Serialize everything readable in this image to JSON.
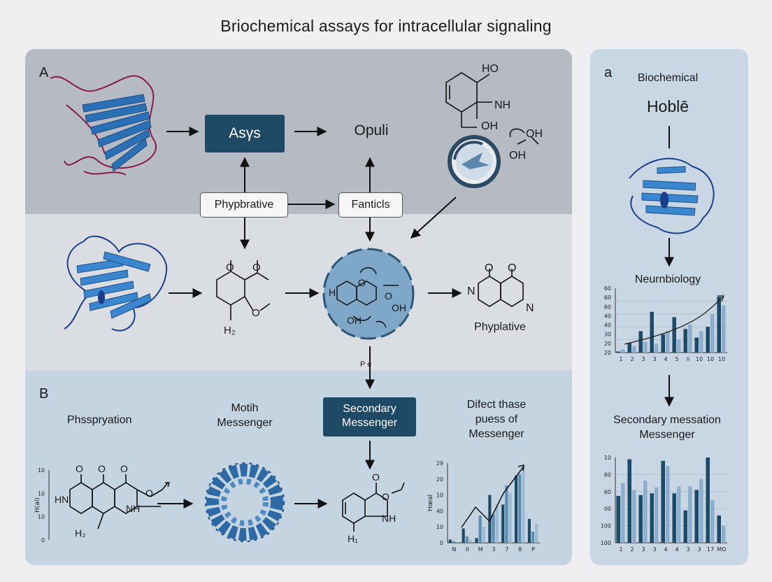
{
  "title": "Briochemical assays for intracellular signaling",
  "left_panel": {
    "label_a": "A",
    "label_b": "B",
    "assay_box": "Asγs",
    "opuli": "Opuli",
    "phypbrative_box": "Phypbrative",
    "fanticls_box": "Fanticls",
    "h2_label": "H₂",
    "phyplative": "Phyplative",
    "pe_label": "P e",
    "phosphorylation": "Phsspryation",
    "motih_messenger": "Motih\nMessenger",
    "secondary_messenger_box": "Secondary\nMessenger",
    "difect_text": "Difect thase\npuess of\nMessenger",
    "h2_bottom_left": "H₂",
    "h1_bottom": "H₁",
    "mol_top_labels": [
      "HO",
      "NH",
      "OH",
      "OH",
      "OH"
    ],
    "mol_mid_labels": [
      "O",
      "O",
      "O"
    ],
    "mol_center_labels": [
      "H",
      "O",
      "O",
      "OH",
      "OH"
    ],
    "mol_right_labels": [
      "N",
      "O",
      "O",
      "N"
    ],
    "mol_bl_labels": [
      "HN",
      "O",
      "O",
      "O",
      "NH",
      "O"
    ],
    "mol_bm_labels": [
      "O",
      "O",
      "NH"
    ]
  },
  "right_panel": {
    "label": "a",
    "biochemical": "Biochemical",
    "hoble": "Hoblē",
    "neurobiology": "Neurnbiology",
    "secondary_messation": "Secondary messation\nMessenger"
  },
  "chart_data": [
    {
      "type": "bar",
      "ylabel": "Hœal",
      "categories": [
        "N",
        "II",
        "M",
        "3",
        "7",
        "8",
        "P"
      ],
      "y_ticks": [
        "0",
        "10",
        "40",
        "10",
        "20",
        "29"
      ],
      "series": [
        {
          "values": [
            2,
            9,
            3,
            30,
            24,
            42,
            15
          ]
        },
        {
          "values": [
            1,
            4,
            17,
            18,
            36,
            43,
            7
          ]
        },
        {
          "values": [
            0,
            2,
            10,
            24,
            31,
            48,
            12
          ]
        }
      ],
      "colors": [
        "#1f4a66",
        "#5b8cb2",
        "#9cbad3"
      ]
    },
    {
      "type": "bar",
      "ylabel": "H(al)",
      "categories": [],
      "y_ticks": [
        "10",
        "10",
        "10",
        "0"
      ],
      "values": []
    },
    {
      "type": "bar",
      "categories": [
        "1",
        "2",
        "3",
        "3",
        "4",
        "5",
        "li",
        "10",
        "10",
        "10"
      ],
      "y_ticks": [
        "20",
        "20",
        "30",
        "40",
        "40",
        "60",
        "60",
        "60"
      ],
      "series": [
        {
          "values": [
            1,
            9,
            20,
            38,
            17,
            33,
            22,
            14,
            24,
            52
          ]
        },
        {
          "values": [
            3,
            6,
            10,
            8,
            20,
            12,
            26,
            20,
            36,
            44
          ]
        }
      ],
      "colors": [
        "#1f4a66",
        "#8eaecb"
      ]
    },
    {
      "type": "bar",
      "categories": [
        "1",
        "2",
        "3",
        "3",
        "4",
        "4",
        "3",
        "3",
        "17",
        "MO"
      ],
      "y_ticks": [
        "100",
        "100",
        "00",
        "60",
        "60",
        "10"
      ],
      "series": [
        {
          "values": [
            55,
            98,
            56,
            58,
            96,
            58,
            38,
            62,
            100,
            32
          ]
        },
        {
          "values": [
            70,
            62,
            73,
            65,
            90,
            66,
            66,
            75,
            50,
            20
          ]
        }
      ],
      "colors": [
        "#1f4a66",
        "#8eaecb"
      ]
    }
  ]
}
